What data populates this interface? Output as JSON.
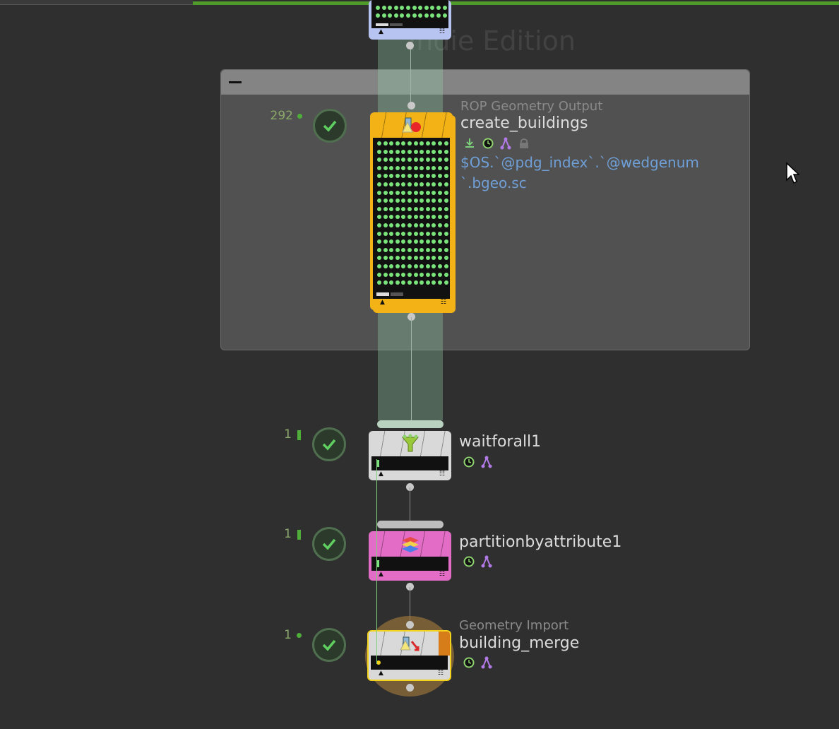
{
  "watermark": "Indie Edition",
  "nodes": {
    "rop": {
      "type_label": "ROP Geometry Output",
      "name": "create_buildings",
      "expression_line1": "$OS.`@pdg_index`.`@wedgenum",
      "expression_line2": "`.bgeo.sc",
      "count": "292"
    },
    "wait": {
      "name": "waitforall1",
      "count": "1"
    },
    "partition": {
      "name": "partitionbyattribute1",
      "count": "1"
    },
    "geoimport": {
      "type_label": "Geometry Import",
      "name": "building_merge",
      "count": "1"
    }
  },
  "colors": {
    "rop": "#f3b317",
    "wait": "#d9d9d9",
    "partition": "#e36dc6",
    "geoimport": "#d9d9d9",
    "upstream": "#b7c4f1",
    "progress": "#4e9a2a",
    "workitem_done": "#7be37b"
  },
  "workitem_grids": {
    "rop": {
      "rows": 18,
      "cols": 12
    },
    "upstream_visible_rows": 2
  }
}
